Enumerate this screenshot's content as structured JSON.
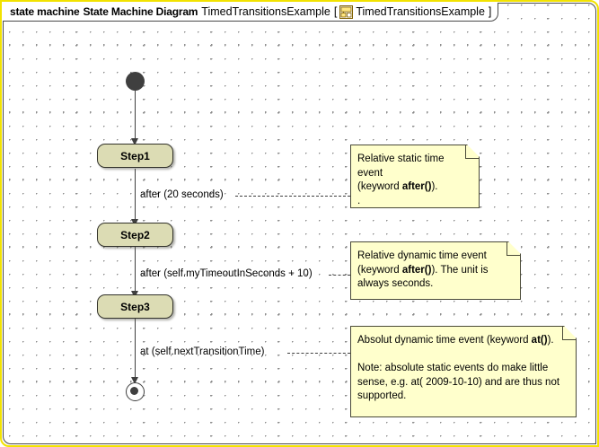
{
  "frame": {
    "keyword": "state machine",
    "diagram_kind": "State Machine Diagram",
    "name": "TimedTransitionsExample",
    "bracket_open": "[",
    "bracket_close": "]",
    "context_name": "TimedTransitionsExample",
    "icon": "state-machine-icon",
    "border_color": "#f2e200",
    "inner_border_color": "#4a4a4a"
  },
  "states": [
    {
      "id": "initial",
      "kind": "initial-pseudostate",
      "label": ""
    },
    {
      "id": "step1",
      "kind": "state",
      "label": "Step1"
    },
    {
      "id": "step2",
      "kind": "state",
      "label": "Step2"
    },
    {
      "id": "step3",
      "kind": "state",
      "label": "Step3"
    },
    {
      "id": "final",
      "kind": "final-state",
      "label": ""
    }
  ],
  "transitions": [
    {
      "id": "t0",
      "from": "initial",
      "to": "step1",
      "label": ""
    },
    {
      "id": "t1",
      "from": "step1",
      "to": "step2",
      "label": "after (20 seconds)"
    },
    {
      "id": "t2",
      "from": "step2",
      "to": "step3",
      "label": "after (self.myTimeoutInSeconds + 10)"
    },
    {
      "id": "t3",
      "from": "step3",
      "to": "final",
      "label": "at (self.nextTransitionTime)"
    }
  ],
  "notes": [
    {
      "id": "note1",
      "attached_to": "t1",
      "lines": [
        {
          "pre": "Relative static time event",
          "bold": "",
          "post": ""
        },
        {
          "pre": "(keyword ",
          "bold": "after()",
          "post": ")."
        },
        {
          "pre": ".",
          "bold": "",
          "post": ""
        }
      ]
    },
    {
      "id": "note2",
      "attached_to": "t2",
      "lines": [
        {
          "pre": "Relative dynamic time event",
          "bold": "",
          "post": ""
        },
        {
          "pre": "(keyword ",
          "bold": "after()",
          "post": "). The unit is"
        },
        {
          "pre": "always seconds.",
          "bold": "",
          "post": ""
        }
      ]
    },
    {
      "id": "note3",
      "attached_to": "t3",
      "lines": [
        {
          "pre": "Absolut dynamic time event (keyword ",
          "bold": "at()",
          "post": ")."
        },
        {
          "pre": "",
          "bold": "",
          "post": ""
        },
        {
          "pre": "Note: absolute static events do make little",
          "bold": "",
          "post": ""
        },
        {
          "pre": "sense, e.g. at( 2009-10-10) and are thus not",
          "bold": "",
          "post": ""
        },
        {
          "pre": "supported.",
          "bold": "",
          "post": ""
        }
      ]
    }
  ],
  "colors": {
    "state_fill": "#dcdcb4",
    "note_fill": "#ffffcc",
    "line": "#3f3f3f",
    "grid_dot": "#8d8d8d"
  }
}
